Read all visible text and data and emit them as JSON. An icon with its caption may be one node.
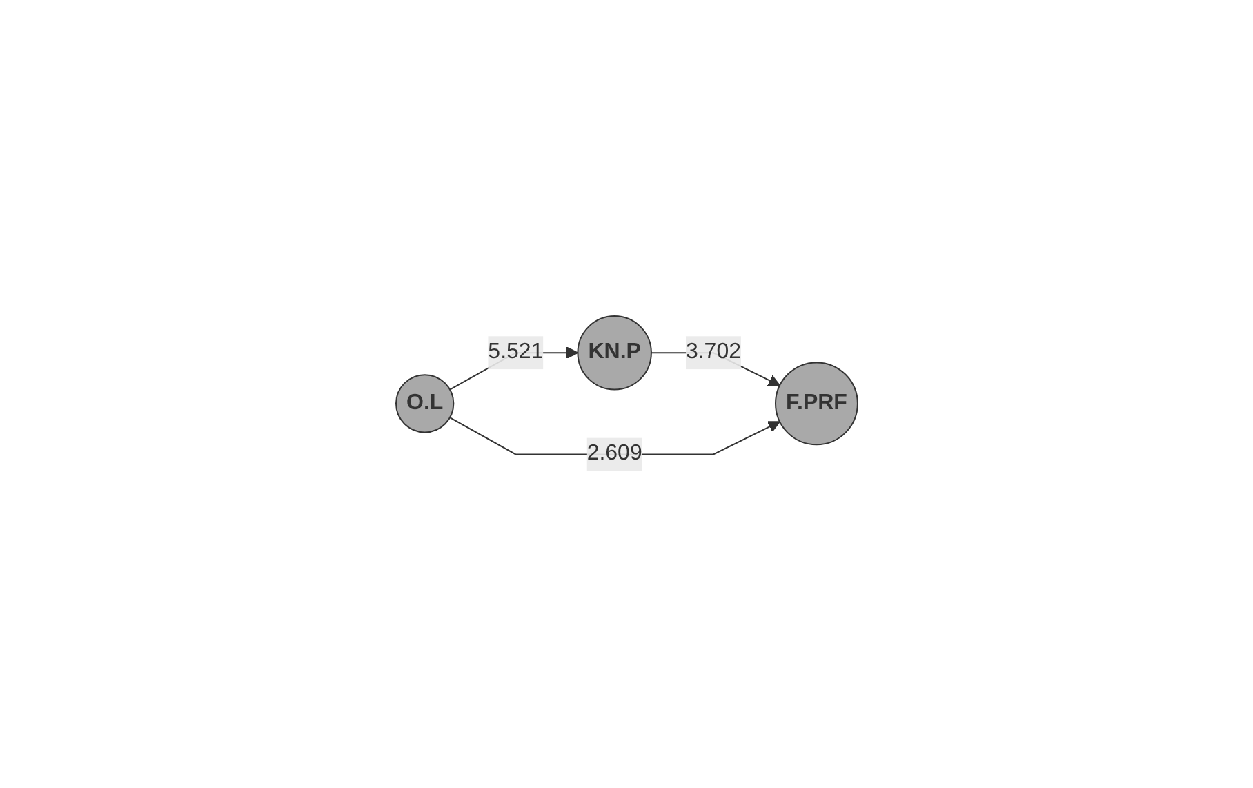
{
  "diagram": {
    "nodes": [
      {
        "text": [
          "KN.P"
        ]
      },
      {
        "text": [
          "F.PRF"
        ]
      },
      {
        "text": [
          "O.L"
        ]
      }
    ],
    "edges": [
      {
        "from": 2,
        "to": 0,
        "arrow": "to",
        "label": "5.521"
      },
      {
        "from": 0,
        "to": 1,
        "arrow": "to",
        "label": "3.702"
      },
      {
        "from": 2,
        "to": 1,
        "arrow": "to",
        "label": "2.609"
      }
    ]
  }
}
